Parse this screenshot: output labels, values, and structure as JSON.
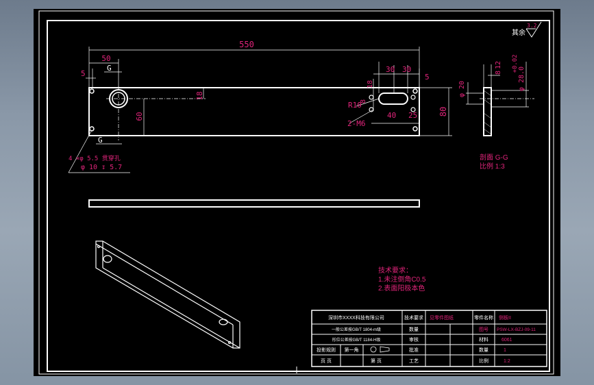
{
  "drawing": {
    "surface_roughness": "3.2",
    "note_label": "其余",
    "dims": {
      "overall_length": "550",
      "hole_x": "50",
      "edge_offset_left": "5",
      "section_mark": "G",
      "height_18": "18",
      "height_60": "60",
      "slot_18": "18",
      "slot_30a": "30",
      "slot_30b": "30",
      "edge_offset_right": "5",
      "slot_8": "8",
      "radius": "R10",
      "slot_40": "40",
      "slot_25": "25",
      "tapped_holes": "2-M6",
      "plate_width": "80",
      "side_12": "12",
      "side_8": "8",
      "side_tol": "+0.02",
      "side_d20": "φ 20",
      "side_d28": "φ 28.0",
      "hole_note_1": "4 ×φ  5.5 贯穿孔",
      "hole_note_2": "φ 10 ↧ 5.7"
    },
    "section_title": "剖面 G-G",
    "section_scale": "比例 1:3",
    "tech_req": {
      "title": "技术要求：",
      "line1": "1.未注倒角C0.5",
      "line2": "2.表面阳极本色"
    },
    "title_block": {
      "company": "深圳市XXXX科技有限公司",
      "r1c3": "技术要求",
      "r1c4": "见零件图纸",
      "r1c5": "零件名称",
      "r1c6": "侧板II",
      "r2": "一般公差按GB/T 1804-m级",
      "r2c3": "数量",
      "r2c5": "图号",
      "r2c6": "PSW-LX-BZJ-09-11",
      "r3": "形位公差按GB/T 1184-H级",
      "r3c3": "审核",
      "r3c5": "材料",
      "r3c6": "6061",
      "r4c1": "投影规则",
      "r4c2": "第一角",
      "r4c3": "批准",
      "r4c5": "数量",
      "r4c6": "1",
      "r5c1": "页  页",
      "r5c2": "第  页",
      "r5c3": "工艺",
      "r5c5": "比例",
      "r5c6": "1:2"
    }
  }
}
